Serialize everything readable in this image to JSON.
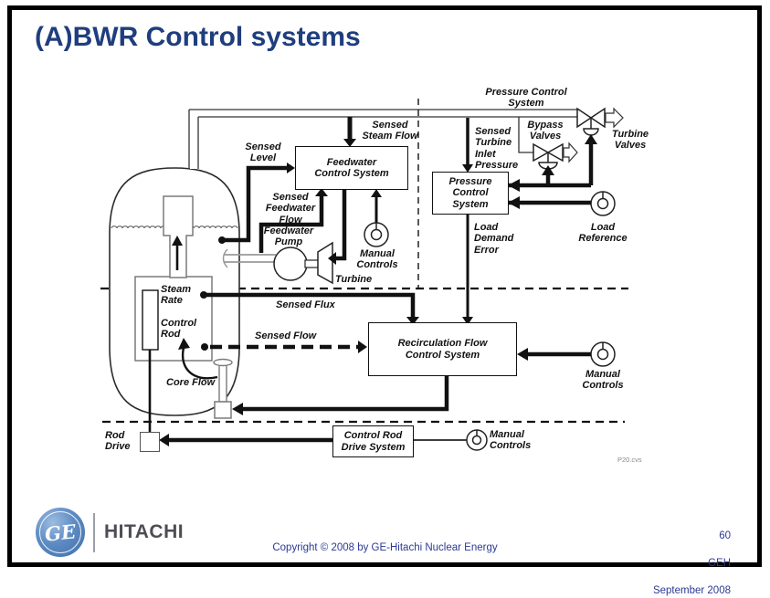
{
  "slide": {
    "title": "(A)BWR Control systems",
    "figure_ref": "P20.cvs",
    "footer": {
      "ge_monogram": "GE",
      "hitachi": "HITACHI",
      "copyright": "Copyright ©  2008 by GE-Hitachi Nuclear Energy",
      "page_number": "60",
      "org": "GEH",
      "date": "September 2008"
    }
  },
  "diagram": {
    "boxes": {
      "feedwater_control_system": "Feedwater\nControl System",
      "pressure_control_system": "Pressure\nControl\nSystem",
      "recirculation_flow_control_system": "Recirculation Flow\nControl System",
      "control_rod_drive_system": "Control Rod\nDrive System"
    },
    "labels": {
      "sensed_level": "Sensed\nLevel",
      "sensed_steam_flow": "Sensed\nSteam Flow",
      "sensed_feedwater_flow": "Sensed\nFeedwater\nFlow",
      "feedwater_pump": "Feedwater\nPump",
      "turbine": "Turbine",
      "manual_controls_feedwater": "Manual\nControls",
      "pressure_control_system_title": "Pressure Control\nSystem",
      "bypass_valves": "Bypass\nValves",
      "turbine_valves": "Turbine\nValves",
      "sensed_turbine_inlet_pressure": "Sensed\nTurbine\nInlet\nPressure",
      "load_reference": "Load\nReference",
      "load_demand_error": "Load\nDemand\nError",
      "steam_rate": "Steam\nRate",
      "control_rod": "Control\nRod",
      "core_flow": "Core Flow",
      "sensed_flux": "Sensed Flux",
      "sensed_flow": "Sensed Flow",
      "manual_controls_recirculation": "Manual\nControls",
      "rod_drive": "Rod\nDrive",
      "manual_controls_rod": "Manual\nControls"
    }
  },
  "colors": {
    "title_blue": "#1f3e7e",
    "footer_blue": "#2b3a94",
    "diagram_line": "#111111",
    "internal_gray": "#7a7a7a",
    "ge_logo_blue": "#5d8cc4"
  }
}
